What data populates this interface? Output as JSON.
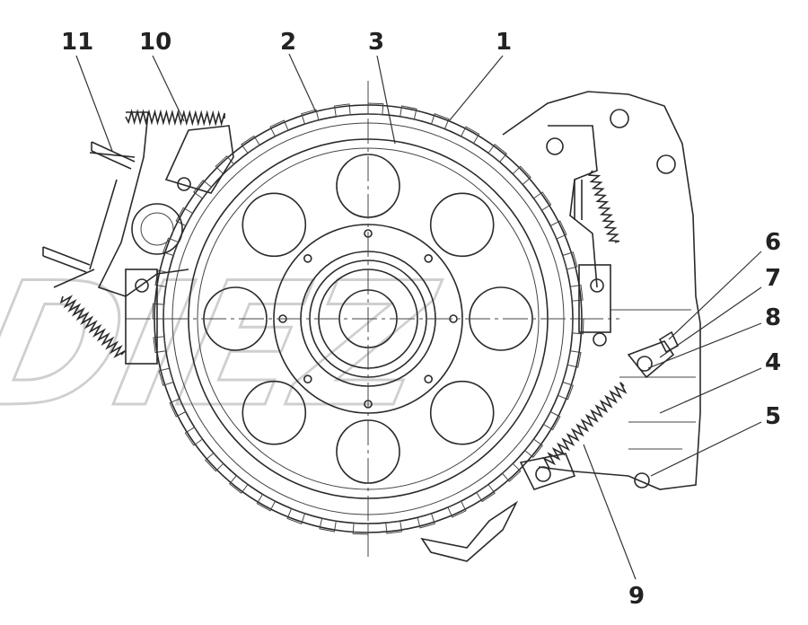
{
  "diagram": {
    "watermark": "DIEZ",
    "callouts": [
      {
        "id": "1",
        "label": "1"
      },
      {
        "id": "2",
        "label": "2"
      },
      {
        "id": "3",
        "label": "3"
      },
      {
        "id": "4",
        "label": "4"
      },
      {
        "id": "5",
        "label": "5"
      },
      {
        "id": "6",
        "label": "6"
      },
      {
        "id": "7",
        "label": "7"
      },
      {
        "id": "8",
        "label": "8"
      },
      {
        "id": "9",
        "label": "9"
      },
      {
        "id": "10",
        "label": "10"
      },
      {
        "id": "11",
        "label": "11"
      }
    ]
  }
}
